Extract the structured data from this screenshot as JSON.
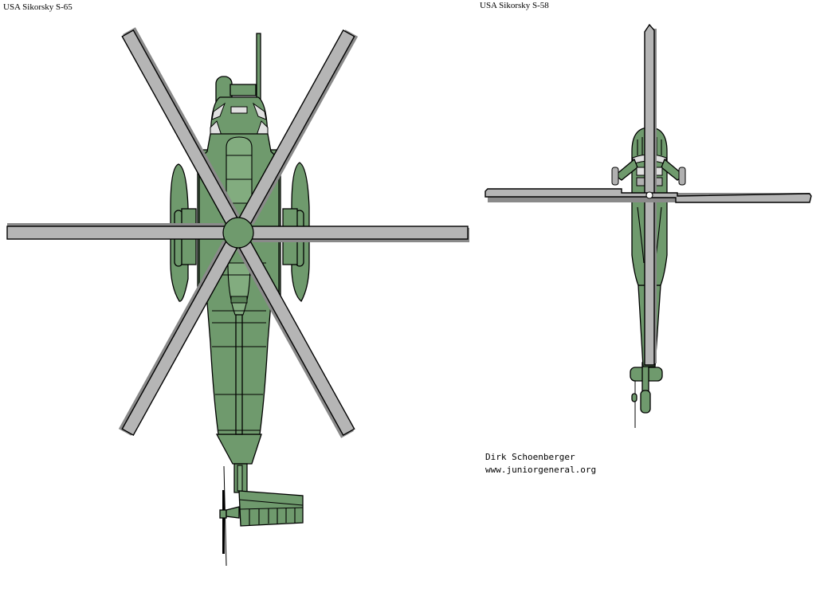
{
  "left_aircraft": {
    "title": "USA Sikorsky S-65",
    "view": "top",
    "main_rotor_blades": 6,
    "body_color": "#6f9a6d",
    "blade_color": "#b5b5b5"
  },
  "right_aircraft": {
    "title": "USA Sikorsky S-58",
    "view": "top",
    "main_rotor_blades": 4,
    "body_color": "#6f9a6d",
    "blade_color": "#b5b5b5"
  },
  "credits": {
    "author": "Dirk Schoenberger",
    "website": "www.juniorgeneral.org"
  }
}
